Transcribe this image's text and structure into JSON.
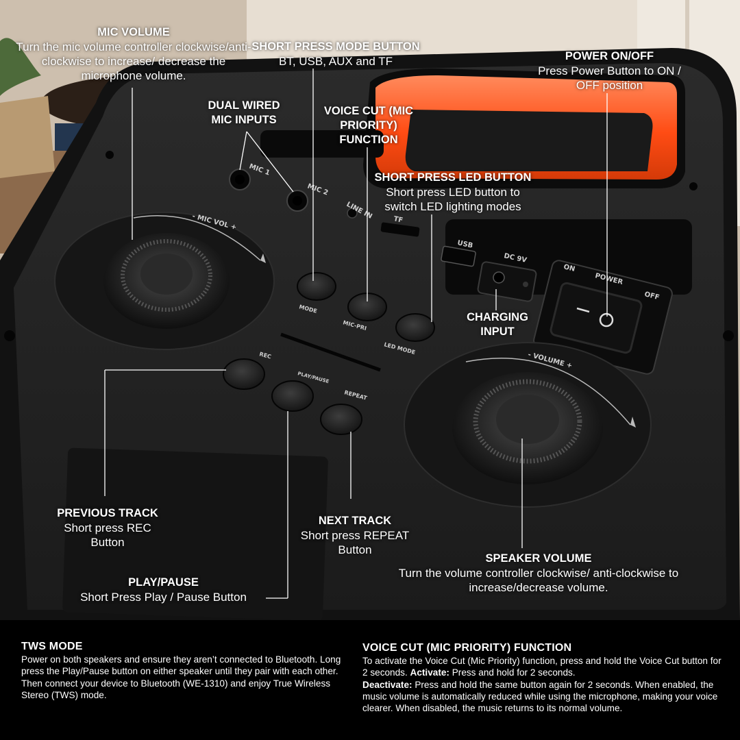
{
  "callouts": {
    "mic_volume": {
      "title": "MIC VOLUME",
      "description": "Turn the mic volume controller clockwise/anti-clockwise to increase/ decrease the microphone volume."
    },
    "mode_button": {
      "title": "SHORT PRESS MODE BUTTON",
      "description": "BT, USB, AUX and TF"
    },
    "power": {
      "title": "POWER ON/OFF",
      "description": "Press Power Button to ON / OFF position"
    },
    "dual_mic": {
      "title": "DUAL WIRED MIC INPUTS"
    },
    "voice_cut": {
      "title": "VOICE CUT (MIC PRIORITY) FUNCTION"
    },
    "led_button": {
      "title": "SHORT PRESS LED BUTTON",
      "description": "Short press LED button to switch LED lighting modes"
    },
    "charging": {
      "title": "CHARGING INPUT"
    },
    "previous_track": {
      "title": "PREVIOUS TRACK",
      "description": "Short press REC Button"
    },
    "next_track": {
      "title": "NEXT TRACK",
      "description": "Short press REPEAT Button"
    },
    "speaker_volume": {
      "title": "SPEAKER VOLUME",
      "description": "Turn the volume controller clockwise/ anti-clockwise to increase/decrease volume."
    },
    "play_pause": {
      "title": "PLAY/PAUSE",
      "description": "Short Press Play / Pause Button"
    }
  },
  "panel_labels": {
    "mic1": "MIC 1",
    "mic2": "MIC 2",
    "line_in": "LINE IN",
    "tf": "TF",
    "usb": "USB",
    "dc": "DC 9V",
    "on": "ON",
    "power": "POWER",
    "off": "OFF",
    "mic_vol": "- MIC VOL +",
    "volume": "- VOLUME +",
    "mode": "MODE",
    "mic_pri": "MIC-PRI",
    "led_mode": "LED MODE",
    "rec": "REC",
    "play_pause": "PLAY/PAUSE",
    "repeat": "REPEAT"
  },
  "bottom": {
    "tws": {
      "title": "TWS MODE",
      "body": "Power on both speakers and ensure they aren’t connected to Bluetooth. Long press the Play/Pause button on either speaker until they pair with each other. Then connect your device to Bluetooth (WE-1310) and enjoy True Wireless Stereo (TWS) mode."
    },
    "voice_cut": {
      "title": "VOICE CUT (MIC PRIORITY) FUNCTION",
      "intro": "To activate the Voice Cut (Mic Priority) function, press and hold the Voice Cut button for 2 seconds.",
      "activate_label": "Activate:",
      "activate_text": "Press and hold for 2 seconds.",
      "deactivate_label": "Deactivate:",
      "deactivate_text": "Press and hold the same button again for 2 seconds. When enabled, the music volume is automatically reduced while using the microphone, making your voice clearer. When disabled, the music returns to its normal volume."
    }
  },
  "colors": {
    "accent_glow": "#ff5a1f",
    "panel_bg": "#000000",
    "body_dark": "#1e1e1e"
  }
}
